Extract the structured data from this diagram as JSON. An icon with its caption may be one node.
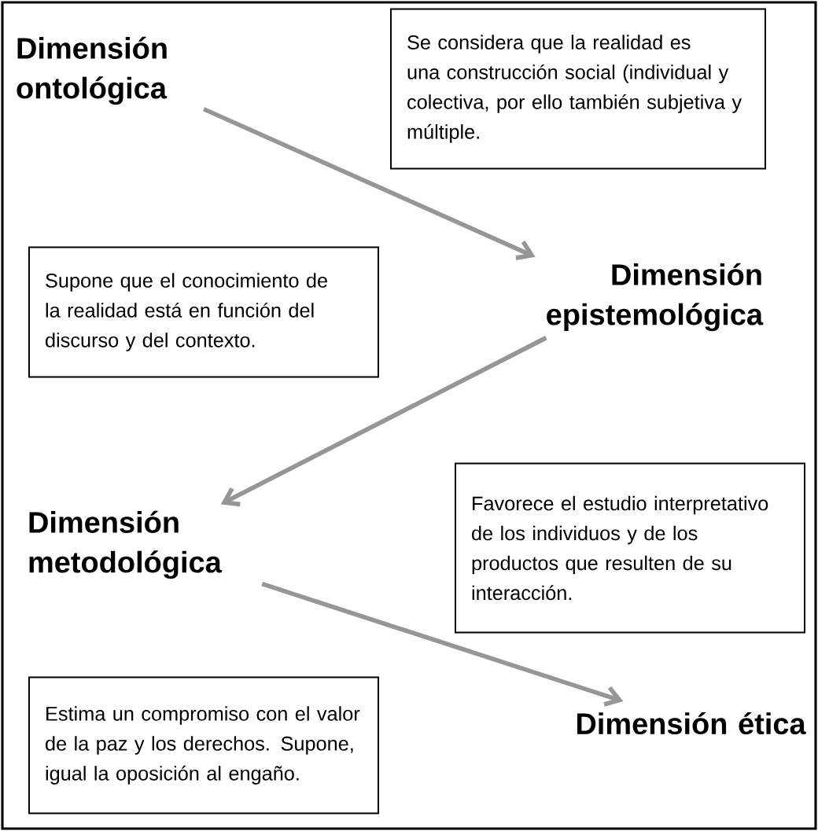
{
  "diagram": {
    "nodes": [
      {
        "text": [
          "Dimensión ontológica"
        ]
      },
      {
        "text": [
          "Se considera que la realidad es una construcción social (individual y colectiva, por ello también subjetiva y múltiple."
        ]
      },
      {
        "text": [
          "Dimensión epistemológica"
        ]
      },
      {
        "text": [
          "Supone que el conocimiento de la realidad está en función del discurso y del contexto."
        ]
      },
      {
        "text": [
          "Dimensión metodológica"
        ]
      },
      {
        "text": [
          "Favorece el estudio interpretativo de los individuos y de los productos que resulten de su interacción."
        ]
      },
      {
        "text": [
          "Estima un compromiso con el valor de la paz y los derechos. Supone, igual la oposición al engaño."
        ]
      },
      {
        "text": [
          "Dimensión ética"
        ]
      }
    ],
    "edges": [
      {
        "from": 0,
        "to": 2,
        "arrow": "to"
      },
      {
        "from": 2,
        "to": 4,
        "arrow": "to"
      },
      {
        "from": 4,
        "to": 7,
        "arrow": "to"
      }
    ]
  }
}
